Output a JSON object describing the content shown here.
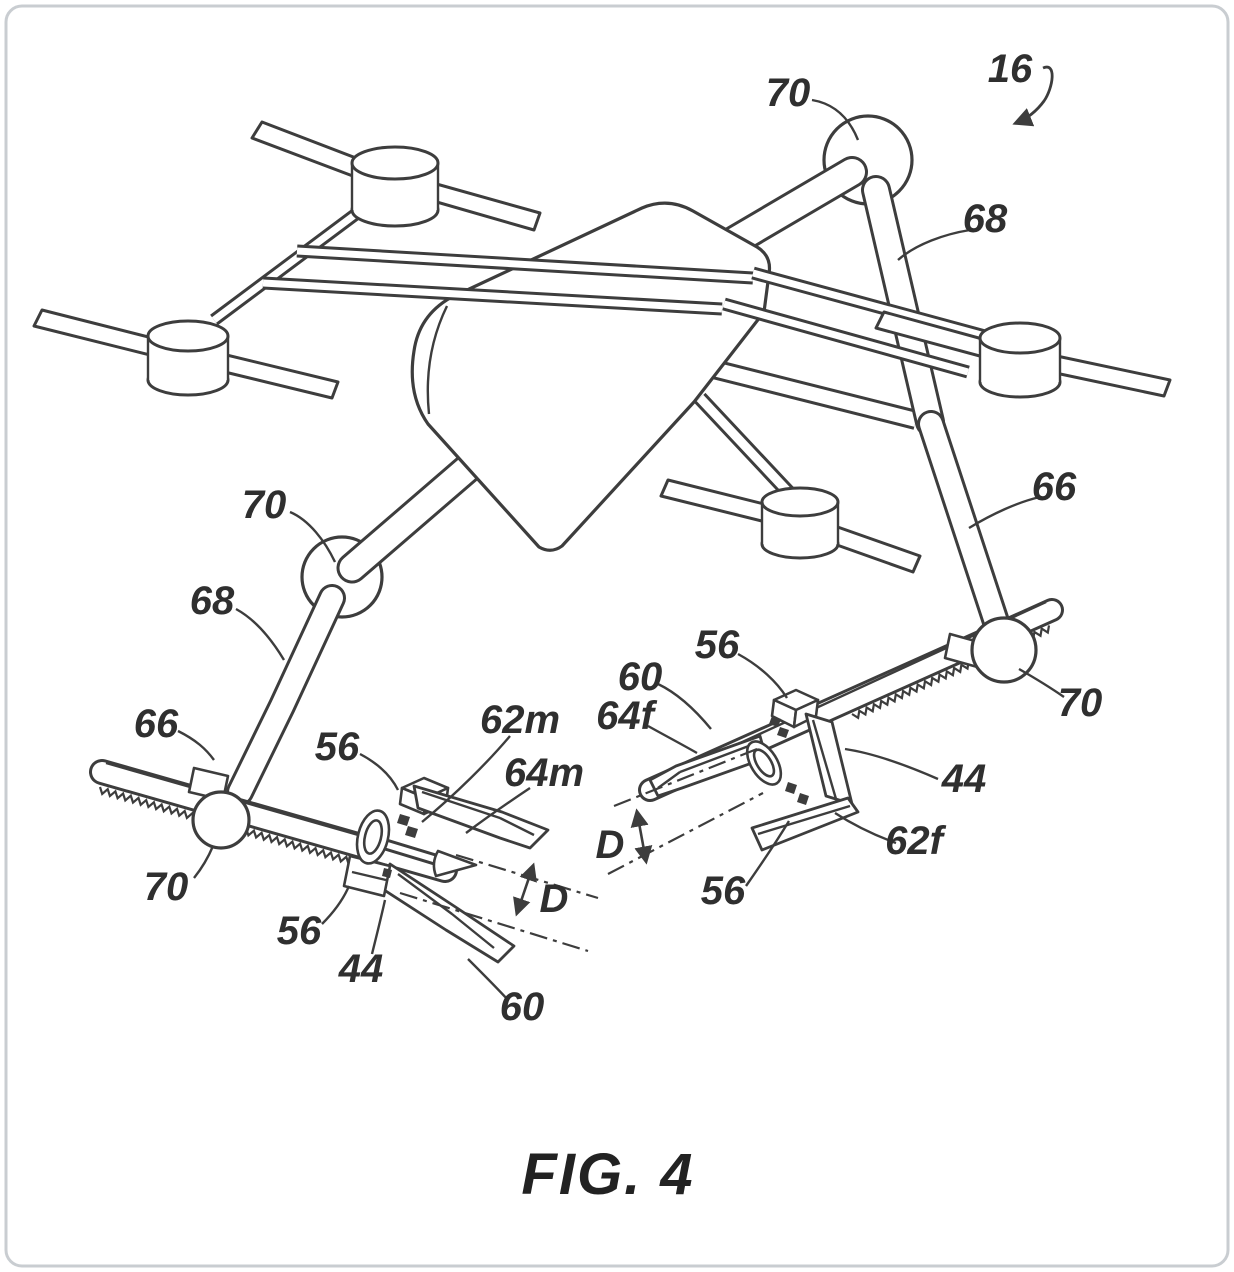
{
  "figure": {
    "caption": "FIG. 4",
    "labels": [
      {
        "id": "assembly-16",
        "text": "16"
      },
      {
        "id": "joint-70-top",
        "text": "70"
      },
      {
        "id": "leg-68-right",
        "text": "68"
      },
      {
        "id": "leg-66-right",
        "text": "66"
      },
      {
        "id": "joint-70-right-ankle",
        "text": "70"
      },
      {
        "id": "joint-70-left-knee",
        "text": "70"
      },
      {
        "id": "leg-68-left",
        "text": "68"
      },
      {
        "id": "leg-66-left",
        "text": "66"
      },
      {
        "id": "joint-70-left-ankle",
        "text": "70"
      },
      {
        "id": "clamp-56-left-top",
        "text": "56"
      },
      {
        "id": "screw-62m",
        "text": "62m"
      },
      {
        "id": "claw-64m",
        "text": "64m"
      },
      {
        "id": "clamp-56-left-bottom",
        "text": "56"
      },
      {
        "id": "body-44-left",
        "text": "44"
      },
      {
        "id": "pad-60-left",
        "text": "60"
      },
      {
        "id": "clamp-56-right-top",
        "text": "56"
      },
      {
        "id": "pad-60-right",
        "text": "60"
      },
      {
        "id": "claw-64f",
        "text": "64f"
      },
      {
        "id": "body-44-right",
        "text": "44"
      },
      {
        "id": "screw-62f",
        "text": "62f"
      },
      {
        "id": "clamp-56-right-bottom",
        "text": "56"
      },
      {
        "id": "dim-D-left",
        "text": "D"
      },
      {
        "id": "dim-D-right",
        "text": "D"
      }
    ]
  },
  "colors": {
    "ink": "#3d3d3d",
    "paper": "#ffffff",
    "border": "#c9cdd1"
  }
}
